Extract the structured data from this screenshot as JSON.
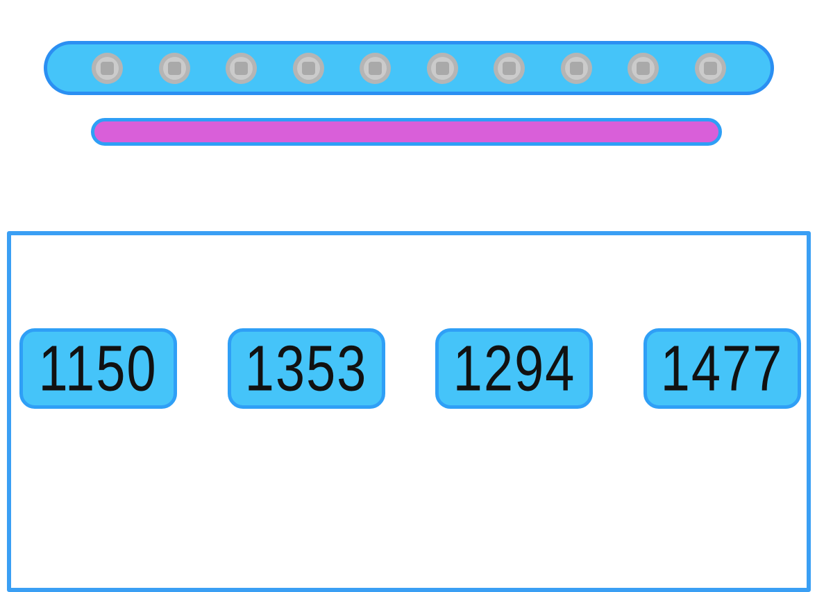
{
  "bead_tray": {
    "bead_count": 10
  },
  "pink_bar": {
    "present": true
  },
  "answer_area": {
    "choices": [
      {
        "label": "1150"
      },
      {
        "label": "1353"
      },
      {
        "label": "1294"
      },
      {
        "label": "1477"
      }
    ]
  },
  "colors": {
    "sky_blue": "#45C4F9",
    "tray_border": "#2B8FF2",
    "panel_border": "#3A9FF4",
    "button_border": "#2F9FF6",
    "pink_fill": "#D95FD9",
    "pink_border": "#2E9FF6",
    "bead_outer": "#B5B5B5",
    "bead_inner": "#CBCBCB",
    "bead_square": "#A9A9A9",
    "digit_color": "#111111"
  }
}
